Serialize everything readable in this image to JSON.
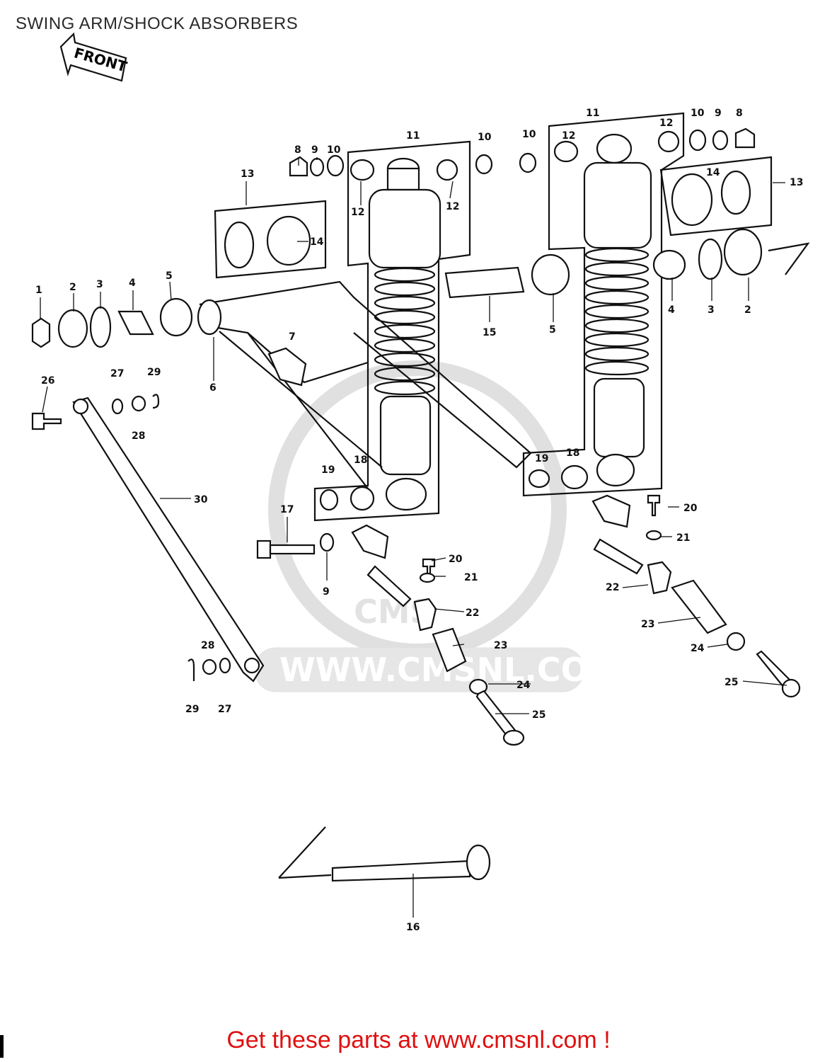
{
  "header": {
    "title": "SWING ARM/SHOCK ABSORBERS"
  },
  "front_arrow": {
    "label": "FRONT",
    "icon": "front-arrow-icon"
  },
  "watermark": {
    "text": "WWW.CMSNL.COM",
    "logo_text": "CMS"
  },
  "callouts": {
    "c1": "1",
    "c2a": "2",
    "c3a": "3",
    "c4a": "4",
    "c5a": "5",
    "c6": "6",
    "c7": "7",
    "c8a": "8",
    "c9a": "9",
    "c10a": "10",
    "c10b": "10",
    "c11a": "11",
    "c12a": "12",
    "c12b": "12",
    "c13a": "13",
    "c14a": "14",
    "c15": "15",
    "c5b": "5",
    "c10c": "10",
    "c11b": "11",
    "c12c": "12",
    "c12d": "12",
    "c10d": "10",
    "c9b": "9",
    "c8b": "8",
    "c14b": "14",
    "c13b": "13",
    "c4b": "4",
    "c3b": "3",
    "c2b": "2",
    "c26": "26",
    "c27a": "27",
    "c28a": "28",
    "c29a": "29",
    "c30": "30",
    "c17": "17",
    "c9c": "9",
    "c19a": "19",
    "c18a": "18",
    "c20a": "20",
    "c21a": "21",
    "c22a": "22",
    "c23a": "23",
    "c24a": "24",
    "c25a": "25",
    "c19b": "19",
    "c18b": "18",
    "c20b": "20",
    "c21b": "21",
    "c22b": "22",
    "c23b": "23",
    "c24b": "24",
    "c25b": "25",
    "c28b": "28",
    "c29b": "29",
    "c27b": "27",
    "c16": "16"
  },
  "footer": {
    "text": "Get these parts at www.cmsnl.com !"
  }
}
